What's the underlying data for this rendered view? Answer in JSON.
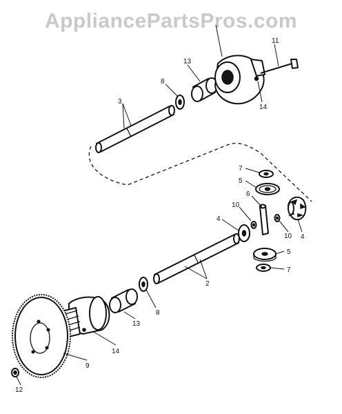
{
  "watermark": {
    "text": "AppliancePartsPros.com",
    "color": "#c9c9c9"
  },
  "callouts": [
    "11",
    "13",
    "8",
    "3",
    "14",
    "7",
    "5",
    "6",
    "10",
    "4",
    "10",
    "4",
    "5",
    "7",
    "2",
    "8",
    "13",
    "14",
    "9",
    "12"
  ]
}
